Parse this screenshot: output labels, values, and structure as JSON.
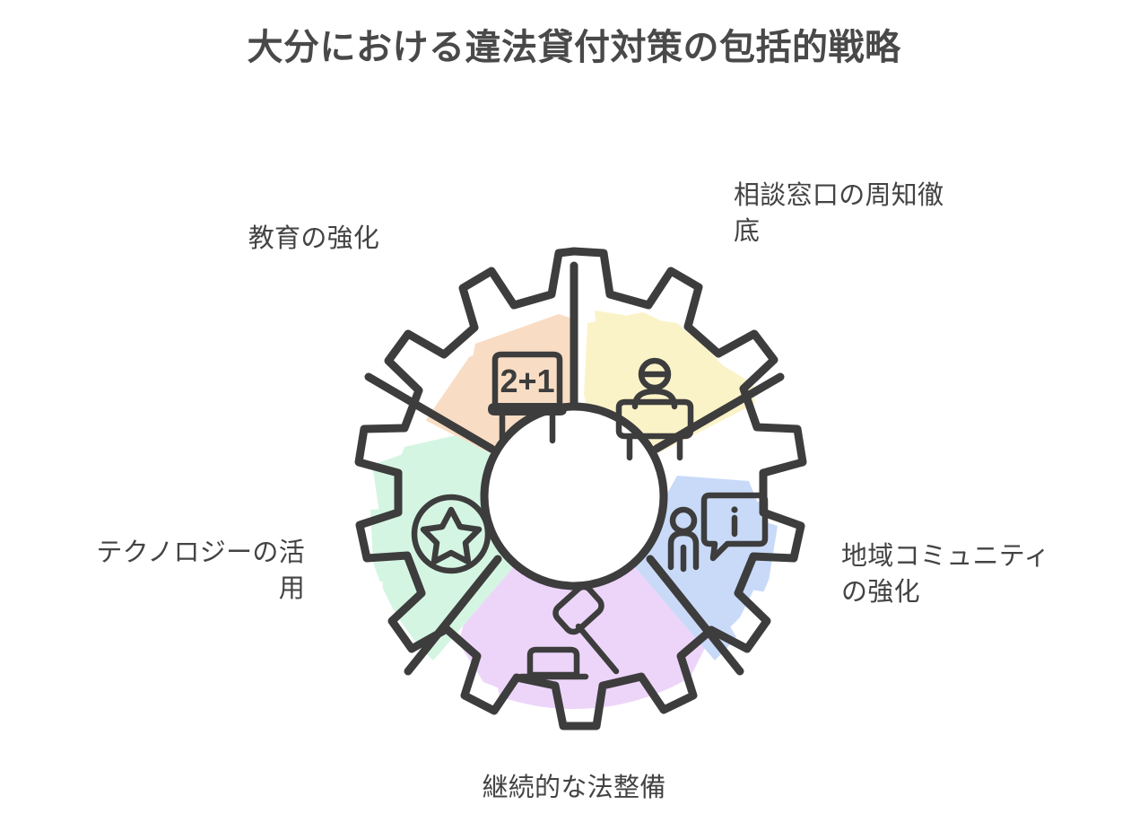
{
  "page": {
    "title": "大分における違法貸付対策の包括的戦略",
    "background_color": "#ffffff",
    "title_color": "#494949"
  },
  "diagram": {
    "type": "gear-wheel-cycle",
    "hub_fill": "#ffffff",
    "outline_color": "#3d3d3d",
    "segment_count": 5,
    "segments": [
      {
        "id": "education",
        "label": "教育の強化",
        "icon": "chalkboard-2plus1-icon",
        "icon_text": "2+1",
        "fill_color": "#f8ddc4",
        "position": "top-left"
      },
      {
        "id": "counseling",
        "label": "相談窓口の周知徹\n底",
        "icon": "reception-desk-person-icon",
        "fill_color": "#fbf3c8",
        "position": "top-right"
      },
      {
        "id": "community",
        "label": "地域コミュニティ\nの強化",
        "icon": "person-info-bubble-icon",
        "icon_text": "i",
        "fill_color": "#c9daf8",
        "position": "right"
      },
      {
        "id": "legal",
        "label": "継続的な法整備",
        "icon": "gavel-icon",
        "fill_color": "#edd5fa",
        "position": "bottom"
      },
      {
        "id": "technology",
        "label": "テクノロジーの活\n用",
        "icon": "star-circle-icon",
        "fill_color": "#d5f5e3",
        "position": "left"
      }
    ]
  }
}
